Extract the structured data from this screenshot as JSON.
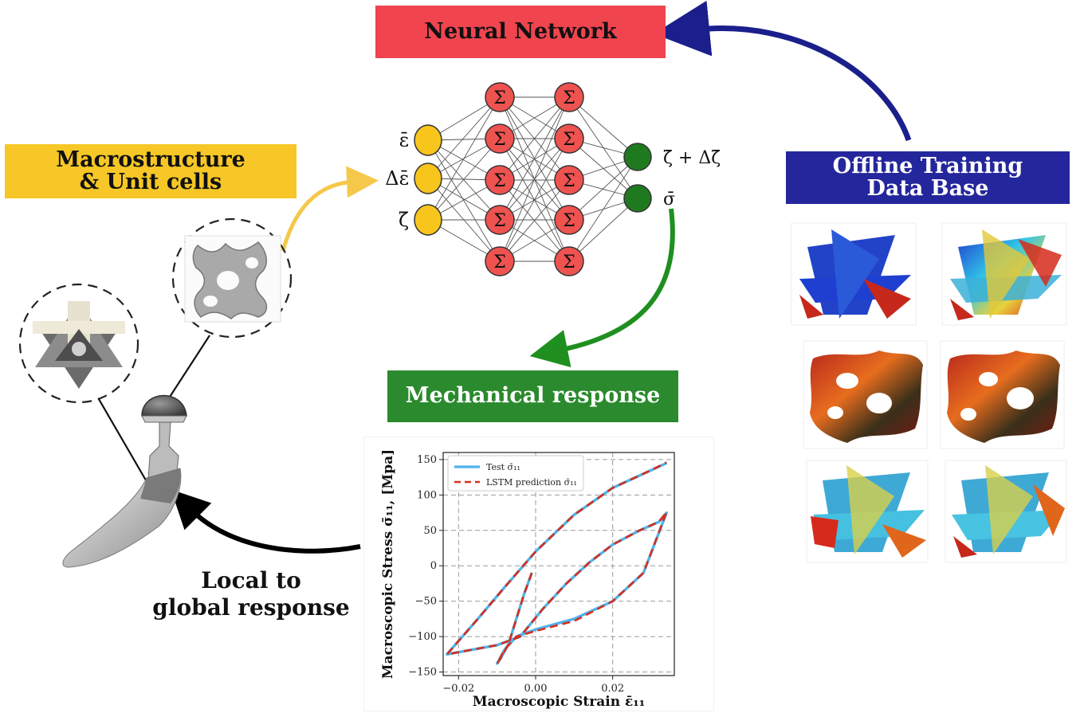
{
  "labels": {
    "neural_network": "Neural Network",
    "macrostructure_line1": "Macrostructure",
    "macrostructure_line2": "& Unit cells",
    "offline_line1": "Offline Training",
    "offline_line2": "Data Base",
    "mechanical_response": "Mechanical response",
    "local_line1": "Local to",
    "local_line2": "global response"
  },
  "network": {
    "neuron_symbol": "Σ",
    "inputs": [
      "ε̄",
      "Δε̄",
      "ζ̄"
    ],
    "outputs": [
      "ζ̄ + Δζ̄",
      "σ̄"
    ],
    "colors": {
      "input": "#f8c51c",
      "hidden": "#ef5350",
      "output": "#1f7a1f"
    }
  },
  "arrows": {
    "to_network": "#1a1f8c",
    "to_unit_cell": "#f6c84a",
    "to_response": "#1f8f1f",
    "to_implant": "#000000"
  },
  "chart_data": {
    "type": "line",
    "xlabel": "Macroscopic Strain ε̄₁₁",
    "ylabel": "Macroscopic Stress σ̄₁₁, [Mpa]",
    "xlim": [
      -0.024,
      0.036
    ],
    "ylim": [
      -155,
      160
    ],
    "xticks": [
      "−0.02",
      "0.00",
      "0.02"
    ],
    "yticks": [
      "−150",
      "−100",
      "−50",
      "0",
      "50",
      "100",
      "150"
    ],
    "grid": true,
    "legend_position": "top-left",
    "series": [
      {
        "name": "Test σ̄₁₁",
        "color": "#4fb3ea",
        "style": "solid",
        "x": [
          -0.001,
          -0.003,
          -0.005,
          -0.007,
          -0.009,
          -0.01,
          -0.008,
          -0.005,
          0.0,
          0.01,
          0.02,
          0.028,
          0.034,
          0.032,
          0.027,
          0.02,
          0.014,
          0.008,
          0.002,
          -0.004,
          -0.01,
          -0.023,
          -0.015,
          -0.008,
          0.0,
          0.01,
          0.02,
          0.03,
          0.034
        ],
        "y": [
          -10,
          -40,
          -75,
          -110,
          -130,
          -138,
          -118,
          -100,
          -90,
          -75,
          -50,
          -10,
          75,
          62,
          50,
          30,
          5,
          -25,
          -60,
          -100,
          -112,
          -125,
          -75,
          -30,
          20,
          72,
          110,
          135,
          145
        ]
      },
      {
        "name": "LSTM prediction σ̄₁₁",
        "color": "#d62e1f",
        "style": "dashed",
        "x": [
          -0.001,
          -0.003,
          -0.005,
          -0.007,
          -0.009,
          -0.01,
          -0.008,
          -0.005,
          0.0,
          0.01,
          0.02,
          0.028,
          0.034,
          0.032,
          0.027,
          0.02,
          0.014,
          0.008,
          0.002,
          -0.004,
          -0.01,
          -0.023,
          -0.015,
          -0.008,
          0.0,
          0.01,
          0.02,
          0.03,
          0.034
        ],
        "y": [
          -10,
          -40,
          -75,
          -110,
          -130,
          -138,
          -118,
          -100,
          -92,
          -78,
          -50,
          -10,
          76,
          62,
          50,
          30,
          5,
          -25,
          -60,
          -100,
          -112,
          -125,
          -75,
          -30,
          20,
          72,
          110,
          135,
          146
        ]
      }
    ]
  }
}
